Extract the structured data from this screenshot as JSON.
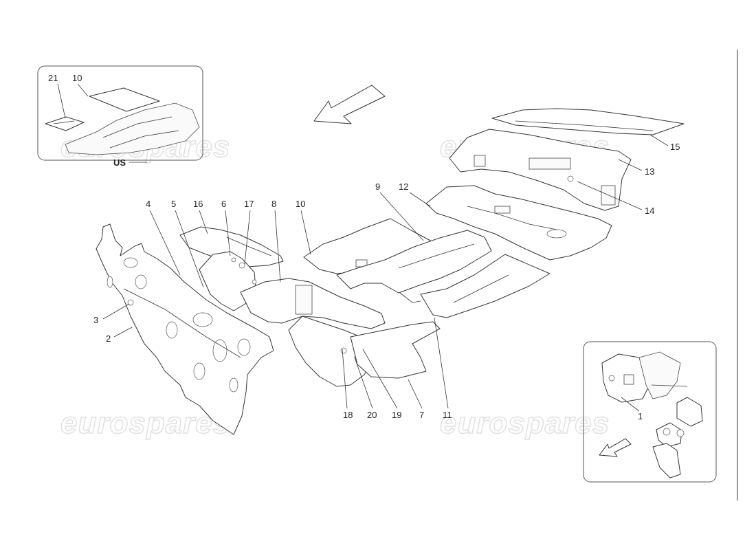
{
  "watermark": {
    "text": "eurospares"
  },
  "inset_us": {
    "region_label": "US",
    "labels": [
      "21",
      "10"
    ]
  },
  "inset_pedal": {
    "labels": [
      "1"
    ]
  },
  "main_labels": [
    "2",
    "3",
    "4",
    "5",
    "16",
    "6",
    "17",
    "8",
    "10",
    "9",
    "12",
    "15",
    "13",
    "14",
    "18",
    "20",
    "19",
    "7",
    "11"
  ],
  "colors": {
    "line": "#333333",
    "watermark": "#e2e2e2",
    "background": "#ffffff"
  }
}
